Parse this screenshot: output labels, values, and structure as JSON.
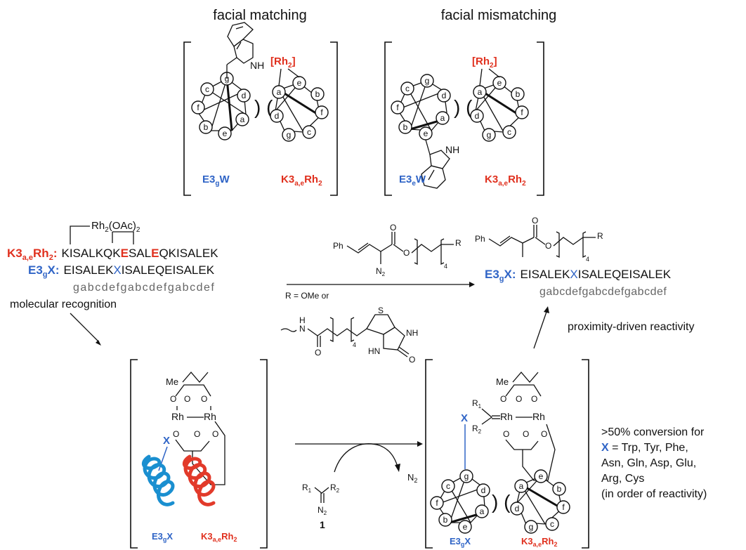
{
  "panel_top": {
    "matching_title": "facial matching",
    "mismatching_title": "facial mismatching",
    "match_left_label": "E3",
    "match_left_sub": "g",
    "match_left_suffix": "W",
    "match_right_label": "K3",
    "match_right_sub": "a,e",
    "match_right_suffix": "Rh",
    "rh_sub": "2",
    "mismatch_left_label": "E3",
    "mismatch_left_sub": "e",
    "mismatch_left_suffix": "W",
    "rh_bracket": "[Rh",
    "rh_bracket_end": "]",
    "nh": "NH",
    "heptad_left": [
      "c",
      "g",
      "d",
      "f",
      "a",
      "b",
      "e"
    ],
    "heptad_right": [
      "a",
      "e",
      "b",
      "f",
      "d",
      "g",
      "c"
    ]
  },
  "sequences": {
    "rh_reagent": "Rh",
    "rh_reagent_sub": "2",
    "rh_reagent_tail": "(OAc)",
    "rh_reagent_tail_sub": "2",
    "k3_label": "K3",
    "k3_sub": "a,e",
    "k3_suffix": "Rh",
    "k3_colon": ":",
    "k3_seq_1": "KISALKQK",
    "k3_seq_E1": "E",
    "k3_seq_2": "SAL",
    "k3_seq_E2": "E",
    "k3_seq_3": "QKISALEK",
    "e3_label": "E3",
    "e3_sub": "g",
    "e3_suffix": "X:",
    "e3_seq_1": "EISALEK",
    "e3_seq_X": "X",
    "e3_seq_2": "ISALEQEISALEK",
    "heptad_register": "gabcdefgabcdefgabcdef",
    "product_label": "E3",
    "product_sub": "g",
    "product_suffix": "X:",
    "product_seq_1": "EISALEK",
    "product_seq_X": "X",
    "product_seq_2": "ISALEQEISALEK",
    "product_register": "gabcdefgabcdefgabcdef"
  },
  "reagent": {
    "ph": "Ph",
    "n2": "N",
    "n2_sub": "2",
    "o": "O",
    "r": "R",
    "rep": "4",
    "r_def": "R = OMe or",
    "biotin_h": "H",
    "biotin_n": "N",
    "biotin_s": "S",
    "biotin_nh": "NH",
    "biotin_hn": "HN",
    "biotin_o": "O",
    "biotin_rep": "4"
  },
  "steps": {
    "recognition": "molecular recognition",
    "reactivity": "proximity-driven reactivity",
    "n2_release": "N",
    "n2_release_sub": "2",
    "compound_number": "1",
    "r1": "R",
    "r1_sub": "1",
    "r2": "R",
    "r2_sub": "2",
    "diazo_n": "N",
    "diazo_n_sub": "2"
  },
  "complex": {
    "me": "Me",
    "rh": "Rh",
    "o": "O",
    "x": "X",
    "r1": "R",
    "r1_sub": "1",
    "r2": "R",
    "r2_sub": "2",
    "left_e3": "E3",
    "left_e3_sub": "g",
    "left_e3_suffix": "X",
    "left_k3": "K3",
    "left_k3_sub": "a,e",
    "left_k3_suffix": "Rh",
    "left_k3_suffix_sub": "2"
  },
  "conversion_note": {
    "line1": ">50% conversion for",
    "line2_x": "X",
    "line2": " = Trp, Tyr, Phe,",
    "line3": "Asn, Gln, Asp, Glu,",
    "line4": "Arg, Cys",
    "line5": "(in order of reactivity)"
  },
  "colors": {
    "blue": "#2f64c6",
    "red": "#e0301e",
    "helix_blue": "#1a8fd0",
    "helix_red": "#e23a2a"
  }
}
